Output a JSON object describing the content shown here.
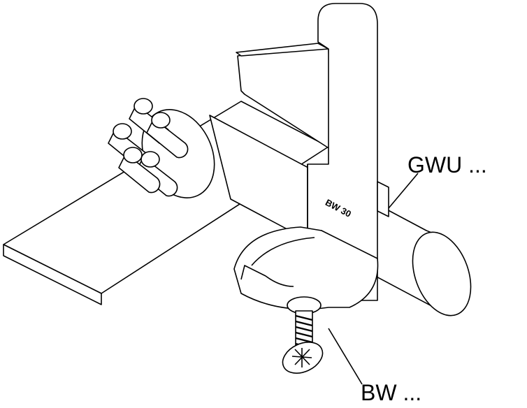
{
  "labels": {
    "gwu": "GWU ...",
    "bw": "BW ...",
    "bracket_marking": "BW 30"
  },
  "colors": {
    "line": "#000000",
    "background": "#ffffff"
  }
}
